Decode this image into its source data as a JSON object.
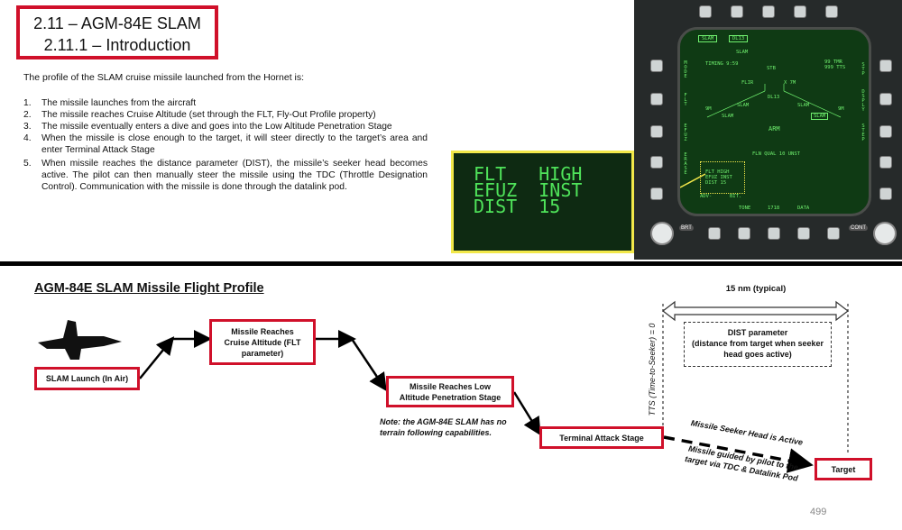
{
  "header": {
    "section": "2.11 – AGM-84E SLAM",
    "subsection": "2.11.1 – Introduction"
  },
  "intro": "The profile of the SLAM cruise missile launched from the Hornet is:",
  "steps": [
    {
      "n": "1.",
      "text": "The missile launches from the aircraft"
    },
    {
      "n": "2.",
      "text": "The missile reaches Cruise Altitude (set through the FLT, Fly-Out Profile property)"
    },
    {
      "n": "3.",
      "text": "The missile eventually enters a dive and goes into the Low Altitude Penetration Stage"
    },
    {
      "n": "4.",
      "text": "When the missile is close enough to the target, it will steer directly to the target’s area and enter Terminal Attack Stage"
    },
    {
      "n": "5.",
      "text": "When missile reaches the distance parameter (DIST), the missile’s seeker head becomes active. The pilot can then manually steer the missile using the TDC (Throttle Designation Control). Communication with the missile is done through the datalink pod."
    }
  ],
  "inset": {
    "line1": "FLT   HIGH",
    "line2": "EFUZ  INST",
    "line3": "DIST  15"
  },
  "mfd": {
    "tab1": "SLAM",
    "tab2": "DL13",
    "title": "SLAM",
    "timing": "TIMING 9:59",
    "tmr": "99 TMR",
    "tts": "999 TTS",
    "stb": "STB",
    "flir": "FLIR",
    "x7m": "X 7M",
    "dl13": "DL13",
    "slam": "SLAM",
    "m9": "9M",
    "arm": "ARM",
    "qual": "FLN QUAL 10 UNST",
    "flt": "FLT  HIGH",
    "efuz": "EFUZ INST",
    "dist": "DIST 15",
    "adv": "ADV-",
    "bit": "BIT.",
    "tone": "TONE",
    "code": "1718",
    "data": "DATA",
    "brt": "BRT",
    "cont": "CONT",
    "left1": "MODE",
    "left2": "FLT",
    "left3": "EFUZ",
    "left4": "ERASE",
    "right1": "STP",
    "right2": "DSPLY",
    "right3": "STEP"
  },
  "diagram": {
    "title": "AGM-84E SLAM Missile Flight Profile",
    "launch": "SLAM Launch (In Air)",
    "cruise": "Missile Reaches Cruise Altitude (FLT parameter)",
    "lowalt": "Missile Reaches Low Altitude Penetration Stage",
    "note": "Note: the AGM-84E SLAM has no terrain following capabilities.",
    "terminal": "Terminal Attack Stage",
    "target": "Target",
    "range": "15 nm (typical)",
    "dist_title": "DIST parameter",
    "dist_desc": "(distance from target when seeker head goes active)",
    "tts": "TTS (Time-to-Seeker) = 0",
    "seeker": "Missile Seeker Head is Active",
    "guided": "Missile guided by pilot to the target via TDC & Datalink Pod"
  },
  "page": "499",
  "colors": {
    "red": "#d0102a",
    "green": "#4fe35a",
    "yellow": "#f2e84a"
  }
}
